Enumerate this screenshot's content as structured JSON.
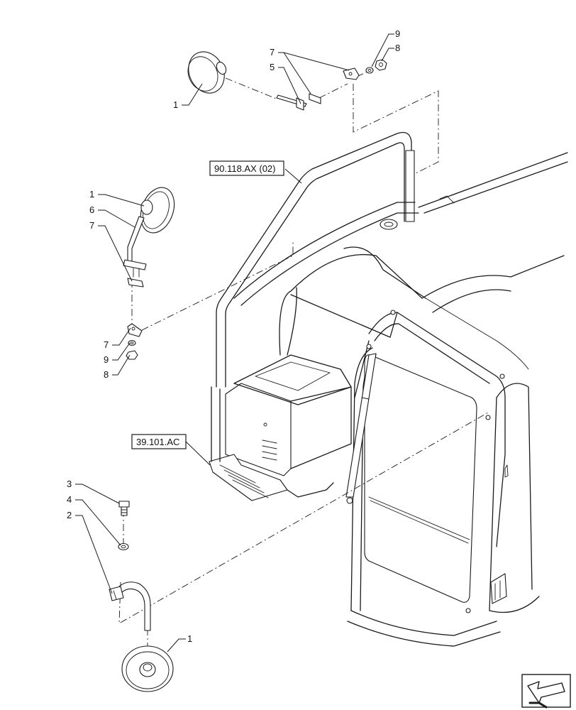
{
  "references": {
    "top": "90.118.AX (02)",
    "middle": "39.101.AC"
  },
  "callouts": {
    "top_mirror": "1",
    "top_bracket_a": "7",
    "top_bracket_b": "5",
    "top_washer": "9",
    "top_nut": "8",
    "mid_mirror": "1",
    "mid_arm": "6",
    "mid_clamp_upper": "7",
    "mid_clamp_lower": "7",
    "mid_washer": "9",
    "mid_nut": "8",
    "bottom_bolt": "3",
    "bottom_washer": "4",
    "bottom_bracket": "2",
    "bottom_mirror": "1"
  },
  "icons": {
    "nav_arrow": "arrow-icon"
  }
}
